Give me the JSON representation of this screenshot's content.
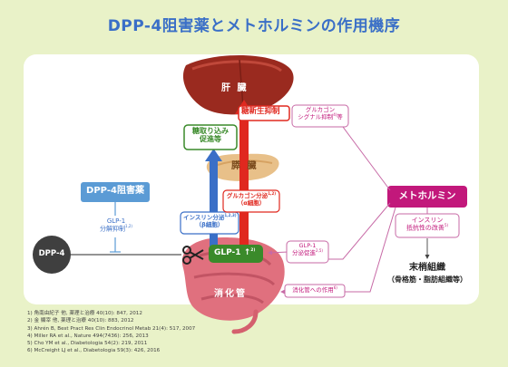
{
  "title": "DPP-4阻害薬とメトホルミンの作用機序",
  "organs": {
    "liver": "肝 臓",
    "pancreas": "膵 臓",
    "gut": "消化管"
  },
  "effects": {
    "gluconeogenesis": "糖新生抑制",
    "glucose_uptake": [
      "糖取り込み",
      "促進等"
    ],
    "insulin": [
      "インスリン分泌",
      "（β細胞）"
    ],
    "insulin_sup": "1,2,3)",
    "glucagon": [
      "グルカゴン分泌",
      "（α細胞）"
    ],
    "glucagon_sup": "1,2)",
    "glp1": "GLP-1",
    "glp1_arrow": "↑",
    "glp1_sup": "2)"
  },
  "dpp4_inhibitor": {
    "label": "DPP-4阻害薬",
    "action": [
      "GLP-1",
      "分解抑制"
    ],
    "action_sup": "1,2)"
  },
  "dpp4": "DPP-4",
  "metformin": {
    "label": "メトホルミン",
    "glucagon_signal": [
      "グルカゴン",
      "シグナル抑制"
    ],
    "glucagon_signal_sup": "4)",
    "glucagon_signal_suffix": "等",
    "glp1_secretion": [
      "GLP-1",
      "分泌促進"
    ],
    "glp1_secretion_sup": "2,5)",
    "gut_action": "消化管への作用",
    "gut_action_sup": "6)",
    "insulin_resistance": [
      "インスリン",
      "抵抗性の改善"
    ],
    "insulin_resistance_sup": "5)"
  },
  "peripheral": {
    "label": "末梢組織",
    "sublabel": "（骨格筋・脂肪組織等）"
  },
  "references": [
    "1) 角南由紀子 他, 薬理と治療 40(10): 847, 2012",
    "2) 金 顯宰 他, 薬理と治療 40(10): 883, 2012",
    "3) Ahrén B, Best Pract Res Clin Endocrinol Metab 21(4): 517, 2007",
    "4) Miller RA et al., Nature 494(7436): 256, 2013",
    "5) Cho YM et al., Diabetologia 54(2): 219, 2011",
    "6) McCreight LJ et al., Diabetologia 59(3): 426, 2016"
  ],
  "colors": {
    "blue": "#3a6fc7",
    "red": "#e0281f",
    "green": "#3a8a2a",
    "magenta": "#c2187b",
    "pink_line": "#c76aa6",
    "light_blue": "#5b9bd5"
  }
}
